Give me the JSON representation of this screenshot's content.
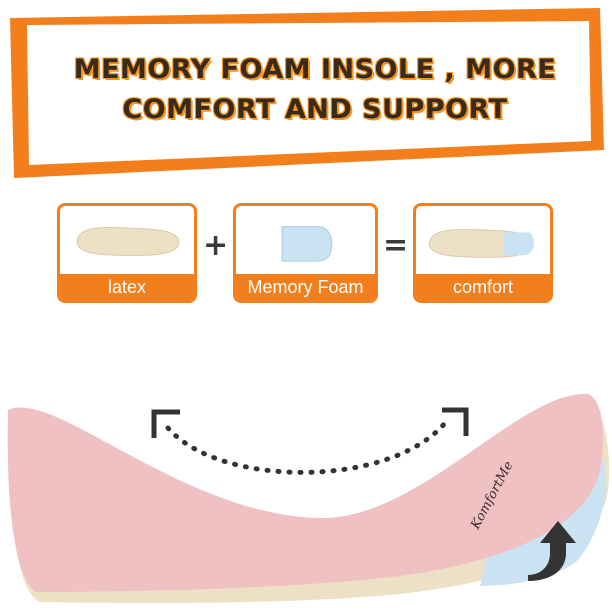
{
  "banner": {
    "title": "MEMORY FOAM INSOLE , MORE COMFORT AND SUPPORT"
  },
  "equation": {
    "cards": [
      {
        "label": "latex"
      },
      {
        "label": "Memory Foam"
      },
      {
        "label": "comfort"
      }
    ],
    "plus": "+",
    "equals": "="
  },
  "insole": {
    "brand": "KomfortMe"
  },
  "colors": {
    "accent": "#f37f1c",
    "insole_top": "#f0c1c2",
    "foam": "#c9e3f2",
    "latex": "#eee0c4",
    "arrow": "#333333"
  },
  "icons": [
    "flex-arc-arrow-icon",
    "curved-up-arrow-icon"
  ]
}
